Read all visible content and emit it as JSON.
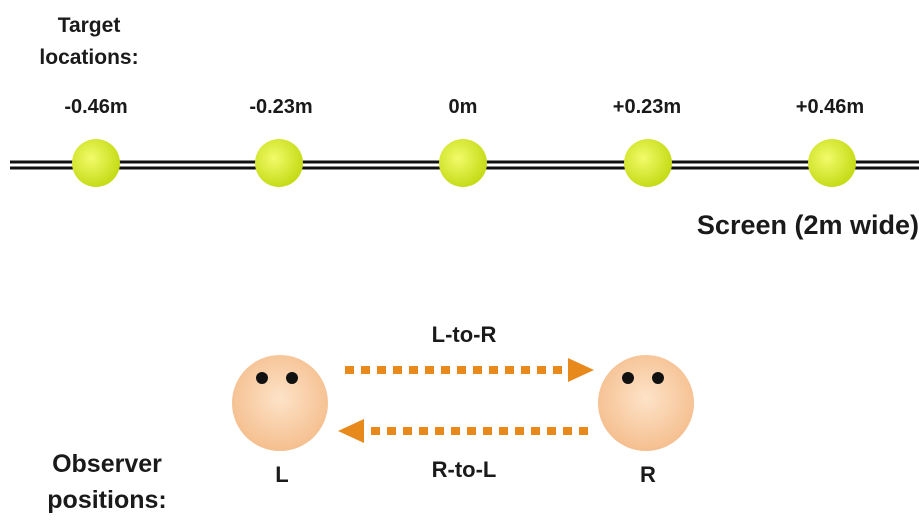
{
  "target_label": [
    "Target",
    "locations:"
  ],
  "target_locations": [
    "-0.46m",
    "-0.23m",
    "0m",
    "+0.23m",
    "+0.46m"
  ],
  "screen_label": "Screen (2m wide)",
  "directions": {
    "l_to_r": "L-to-R",
    "r_to_l": "R-to-L"
  },
  "observers": {
    "left": "L",
    "right": "R"
  },
  "observer_label": [
    "Observer",
    "positions:"
  ],
  "colors": {
    "ball": "#d8ec2c",
    "head": "#f7c89c",
    "arrow": "#e8891c",
    "line": "#111111"
  }
}
